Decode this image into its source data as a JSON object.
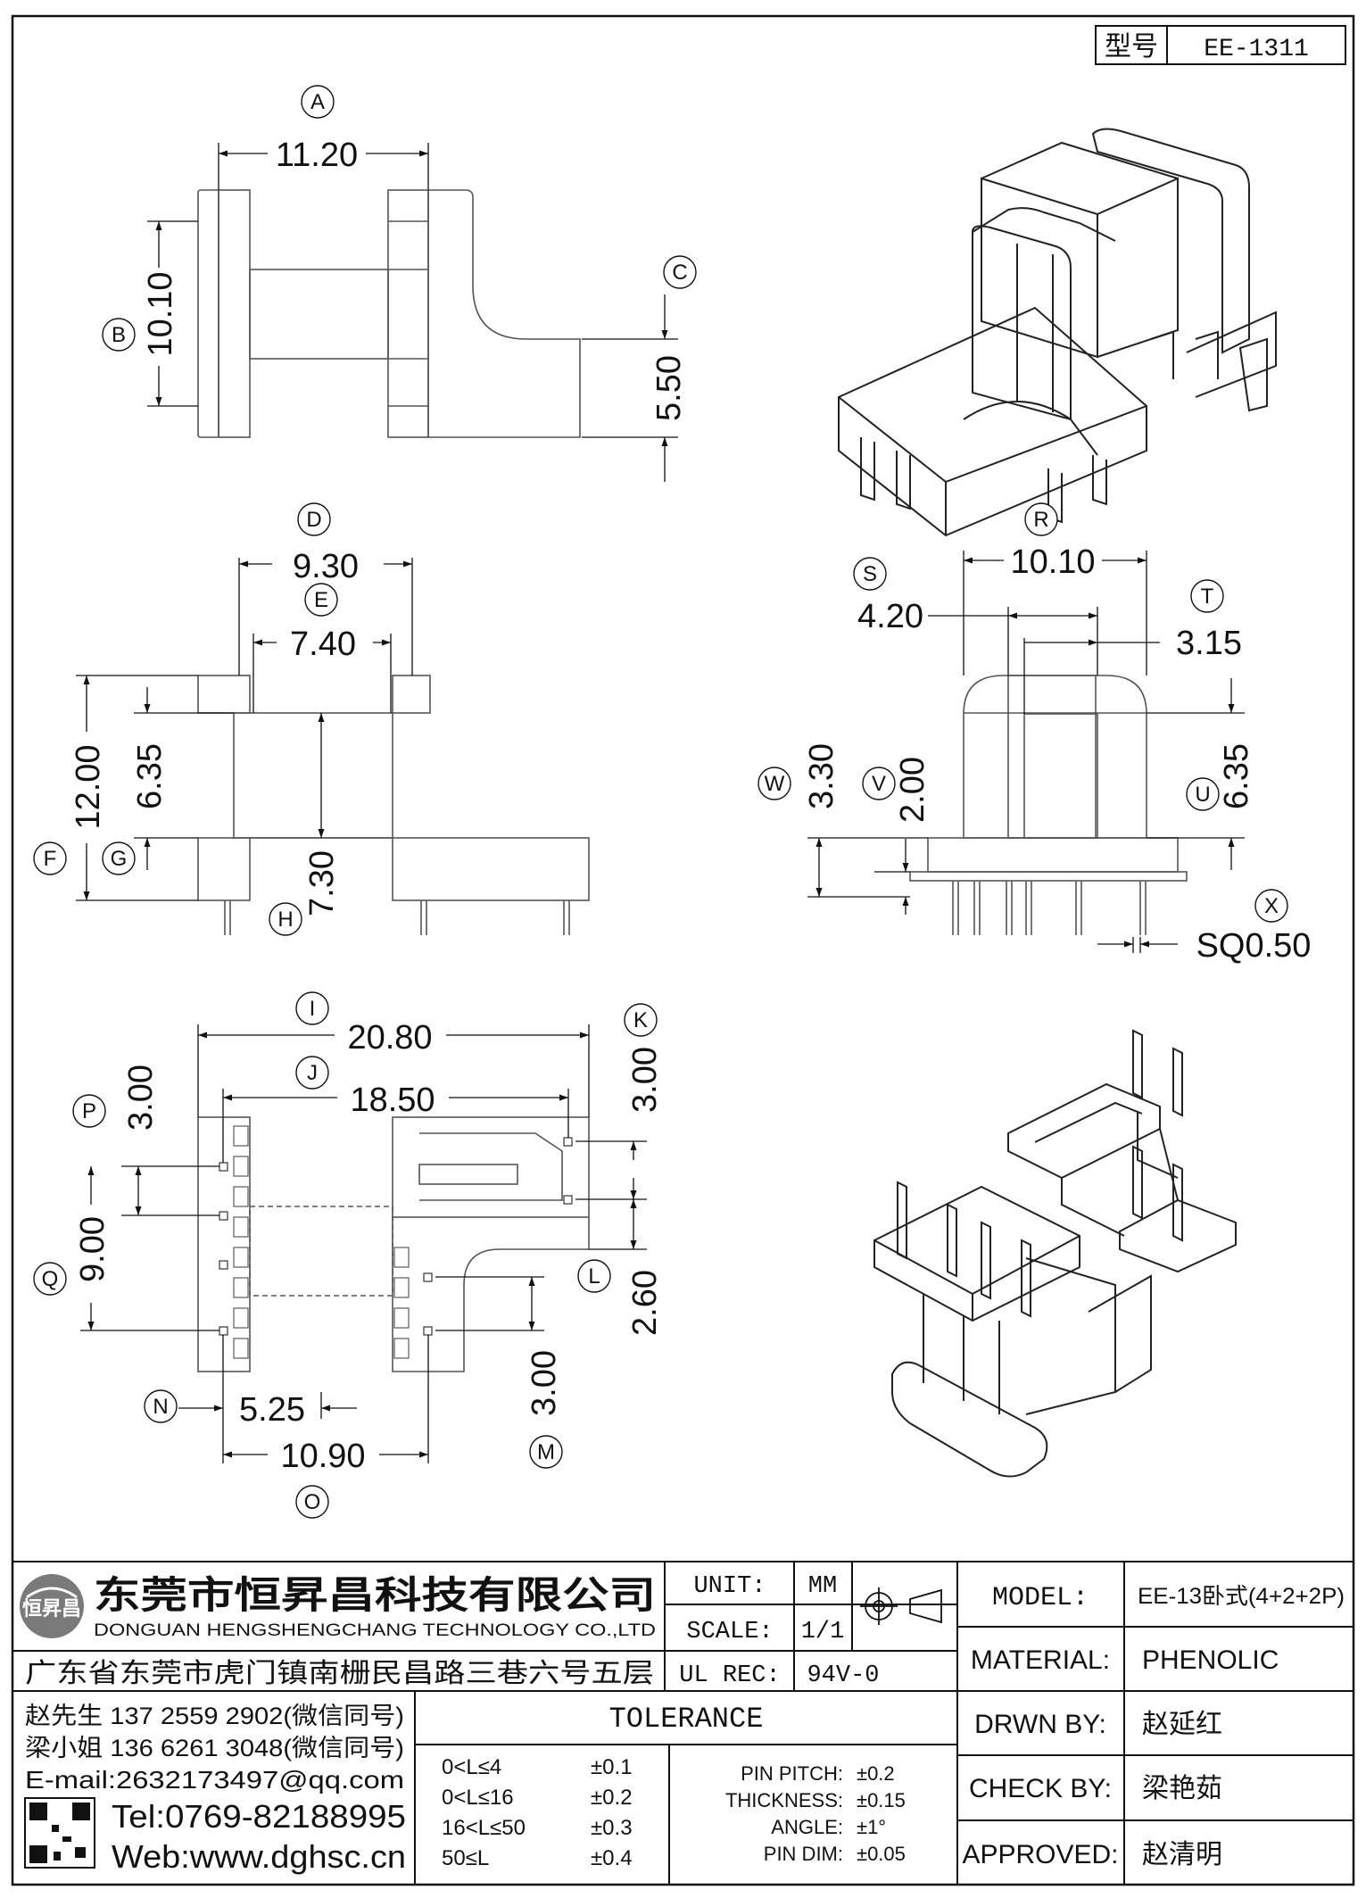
{
  "header": {
    "model_label": "型号",
    "model_value": "EE-1311"
  },
  "views": {
    "top": {
      "callouts": {
        "A": "A",
        "B": "B",
        "C": "C"
      },
      "dims": {
        "A": "11.20",
        "B": "10.10",
        "C": "5.50"
      }
    },
    "front": {
      "callouts": {
        "D": "D",
        "E": "E",
        "F": "F",
        "G": "G",
        "H": "H"
      },
      "dims": {
        "D": "9.30",
        "E": "7.40",
        "F": "12.00",
        "G": "6.35",
        "H": "7.30"
      }
    },
    "side": {
      "callouts": {
        "R": "R",
        "S": "S",
        "T": "T",
        "U": "U",
        "V": "V",
        "W": "W",
        "X": "X"
      },
      "dims": {
        "R": "10.10",
        "S": "4.20",
        "T": "3.15",
        "U": "6.35",
        "V": "2.00",
        "W": "3.30",
        "X": "SQ0.50"
      }
    },
    "bottom": {
      "callouts": {
        "I": "I",
        "J": "J",
        "K": "K",
        "L": "L",
        "M": "M",
        "N": "N",
        "O": "O",
        "P": "P",
        "Q": "Q"
      },
      "dims": {
        "I": "20.80",
        "J": "18.50",
        "K": "3.00",
        "L": "2.60",
        "M": "3.00",
        "N": "5.25",
        "O": "10.90",
        "P": "3.00",
        "Q": "9.00"
      }
    }
  },
  "title_block": {
    "company_cn": "东莞市恒昇昌科技有限公司",
    "company_en": "DONGUAN HENGSHENGCHANG TECHNOLOGY CO.,LTD",
    "logo_text": "恒昇昌",
    "address": "广东省东莞市虎门镇南栅民昌路三巷六号五层",
    "unit_label": "UNIT:",
    "unit_value": "MM",
    "scale_label": "SCALE:",
    "scale_value": "1/1",
    "ul_label": "UL REC:",
    "ul_value": "94V-0",
    "model_label": "MODEL:",
    "model_value": "EE-13卧式(4+2+2P)",
    "material_label": "MATERIAL:",
    "material_value": "PHENOLIC",
    "drawn_label": "DRWN BY:",
    "drawn_value": "赵延红",
    "check_label": "CHECK BY:",
    "check_value": "梁艳茹",
    "approved_label": "APPROVED:",
    "approved_value": "赵清明",
    "contact1": "赵先生 137 2559 2902(微信同号)",
    "contact2": "梁小姐 136 6261 3048(微信同号)",
    "email": "E-mail:2632173497@qq.com",
    "tel": "Tel:0769-82188995",
    "web": "Web:www.dghsc.cn",
    "tolerance_title": "TOLERANCE",
    "tolerances": [
      {
        "range": "0<L≤4",
        "value": "±0.1"
      },
      {
        "range": "0<L≤16",
        "value": "±0.2"
      },
      {
        "range": "16<L≤50",
        "value": "±0.3"
      },
      {
        "range": "50≤L",
        "value": "±0.4"
      }
    ],
    "other_tolerances": [
      {
        "label": "PIN PITCH:",
        "value": "±0.2"
      },
      {
        "label": "THICKNESS:",
        "value": "±0.15"
      },
      {
        "label": "ANGLE:",
        "value": "±1°"
      },
      {
        "label": "PIN DIM:",
        "value": "±0.05"
      }
    ]
  }
}
